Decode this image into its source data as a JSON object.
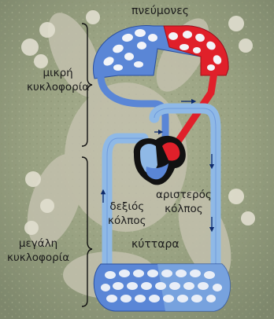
{
  "labels": {
    "lungs": "πνεύμονες",
    "small_circulation": [
      "μικρή",
      "κυκλοφορία"
    ],
    "large_circulation": [
      "μεγάλη",
      "κυκλοφορία"
    ],
    "right_atrium": [
      "δεξιός",
      "κόλπος"
    ],
    "left_atrium": [
      "αριστερός",
      "κόλπος"
    ],
    "cells": "κύτταρα"
  },
  "colors": {
    "deoxygenated_blood": "#5a86d6",
    "oxygenated_blood": "#e0202a",
    "systemic_vessels": "#8fb9e6",
    "heart": "#111111"
  }
}
